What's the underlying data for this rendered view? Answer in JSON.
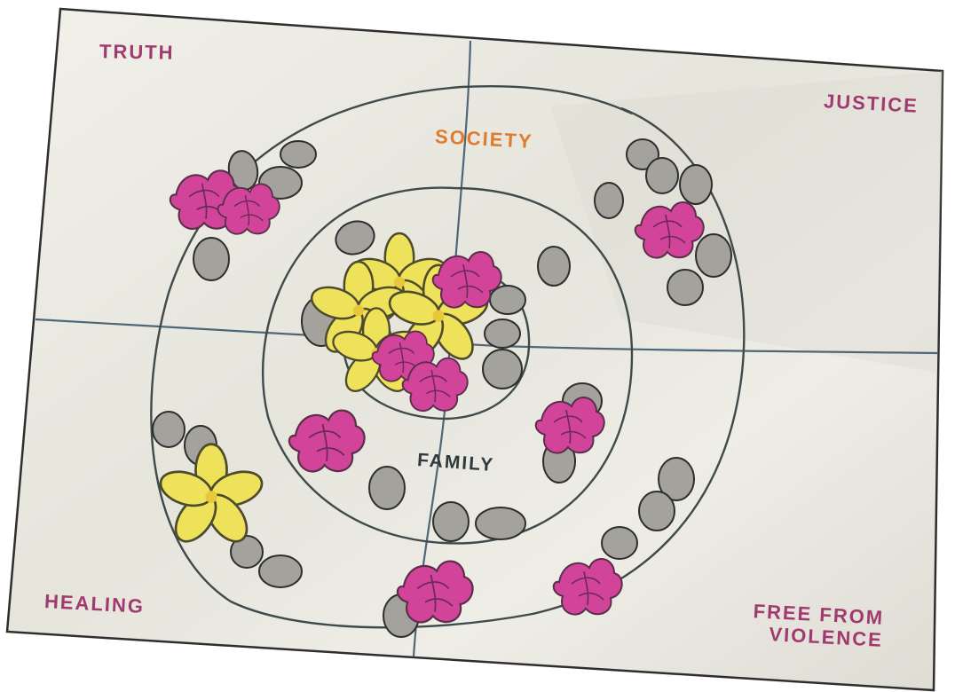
{
  "labels": {
    "truth": "TRUTH",
    "justice": "JUSTICE",
    "healing": "HEALING",
    "free_line1": "FREE FROM",
    "free_line2": "VIOLENCE",
    "society": "SOCIETY",
    "family": "FAMILY"
  },
  "colors": {
    "cloth": "#ecebe3",
    "cloth_shadow": "#d9d8cf",
    "line": "#3f4a4a",
    "quadrant_line": "#4e6676",
    "stone": "#a4a29c",
    "flower_pink": "#d1449a",
    "flower_yellow": "#eee25a",
    "label_purple": "#a13a6e",
    "label_orange": "#e07a2e",
    "label_dark": "#2f3a3e"
  },
  "icons": [
    "stone-icon",
    "pink-flower-icon",
    "yellow-flower-icon"
  ]
}
